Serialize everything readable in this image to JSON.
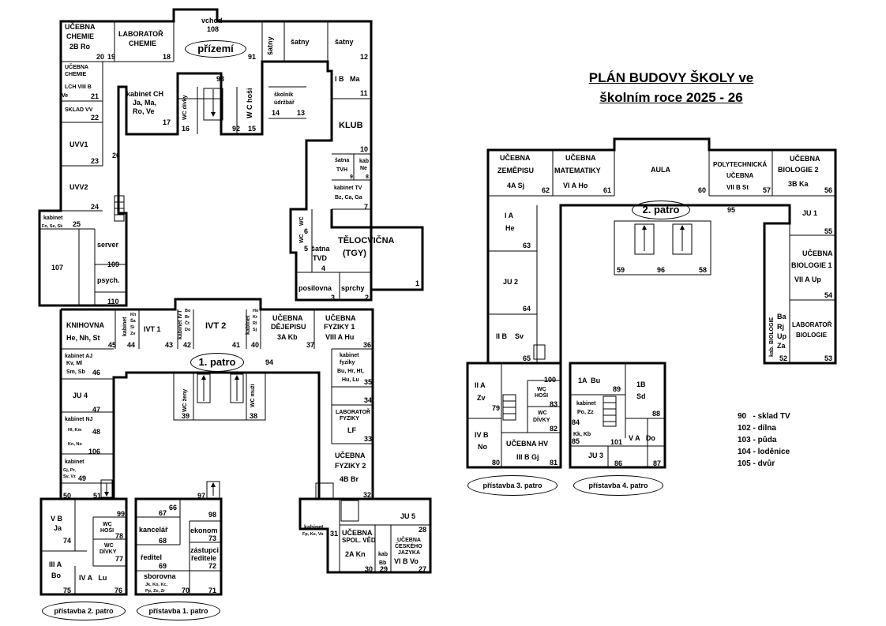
{
  "title": {
    "line1": "PLÁN BUDOVY ŠKOLY ve",
    "line2": "školním roce 2025 - 26"
  },
  "floor_labels": {
    "ground": "přízemí",
    "first": "1. patro",
    "second": "2. patro",
    "annex1": "přístavba 1. patro",
    "annex2": "přístavba 2. patro",
    "annex3": "přístavba 3. patro",
    "annex4": "přístavba 4. patro"
  },
  "legend": [
    "90   - sklad TV",
    "102 - dílna",
    "103 - půda",
    "104 - loděnice",
    "105 - dvůr"
  ],
  "ground_floor": {
    "entrance": "vchod",
    "entrance_no": "108",
    "ucebna_chemie": [
      "UČEBNA",
      "CHEMIE",
      "2B Ro"
    ],
    "lab_chemie": [
      "LABORATOŘ",
      "CHEMIE"
    ],
    "n20": "20",
    "n19": "19",
    "n18": "18",
    "n91": "91",
    "n12": "12",
    "satny1": "šatny",
    "satny2": "šatny",
    "satny3": "šatny",
    "ucebna_chemie_lch": [
      "UČEBNA",
      "CHEMIE",
      "LCH VIII B",
      "Ve"
    ],
    "n21": "21",
    "sklad_vv": "SKLAD VV",
    "n22": "22",
    "uvv1": "UVV1",
    "n23": "23",
    "n26": "26",
    "uvv2": "UVV2",
    "n24": "24",
    "kabinet_fo": [
      "kabinet",
      "Fo, Se, Sk"
    ],
    "n25": "25",
    "r107": "107",
    "server": "server",
    "n109": "109",
    "psych": "psych.",
    "n110": "110",
    "n93": "93",
    "kabinet_ch": [
      "kabinet CH",
      "Ja, Ma,",
      "Ro, Ve"
    ],
    "n17": "17",
    "wc_divky": "WC dívky",
    "n16": "16",
    "wc_hosi": "W C hoši",
    "n92": "92",
    "n15": "15",
    "skolnik": [
      "školník",
      "údržbář"
    ],
    "n14": "14",
    "n13": "13",
    "ib_ma": "I B   Ma",
    "n11": "11",
    "klub": "KLUB",
    "n10": "10",
    "satna_tvh": [
      "šatna",
      "TVH"
    ],
    "n9": "9",
    "kab_ne": [
      "kab",
      "Ne"
    ],
    "n8": "8",
    "kabinet_tv": [
      "kabinet TV",
      "Bz, Ca, Ga"
    ],
    "n7": "7",
    "wc6": "WC",
    "n6": "6",
    "wc5": "WC",
    "n5": "5",
    "satna_tvd": [
      "šatna",
      "TVD"
    ],
    "n4": "4",
    "telocvicna": [
      "TĚLOCVIČNA",
      "(TGY)"
    ],
    "n1": "1",
    "posilovna": "posilovna",
    "n3": "3",
    "sprchy": "sprchy",
    "n2": "2"
  },
  "first_floor": {
    "knihovna": [
      "KNIHOVNA",
      "He, Nh, St"
    ],
    "n45": "45",
    "kabinet_44": [
      "kabinet",
      "Kh",
      "Ša",
      "Si",
      "Zv"
    ],
    "n44": "44",
    "ivt1": "IVT 1",
    "n43": "43",
    "kabinet_ivt": [
      "kabinet IVT",
      "Bo",
      "Br",
      "Čt",
      "Do"
    ],
    "n42": "42",
    "ivt2": "IVT 2",
    "n41": "41",
    "kabinet_40": [
      "kabinet",
      "Ho",
      "Kr",
      "Rl",
      "Sj"
    ],
    "n40": "40",
    "ucebna_dejepisu": [
      "UČEBNA",
      "DĚJEPISU",
      "3A Kb"
    ],
    "n37": "37",
    "ucebna_fyziky1": [
      "UČEBNA",
      "FYZIKY 1",
      "VIII A  Hu"
    ],
    "n36": "36",
    "kabinet_aj": [
      "kabinet AJ",
      "Kv, Ml",
      "Sm, Sb"
    ],
    "n46": "46",
    "n94": "94",
    "kabinet_fyziky": [
      "kabinet",
      "fyziky",
      "Bu, Hr, Ht,",
      "Hu, Lu"
    ],
    "n35": "35",
    "ju4": "JU 4",
    "n47": "47",
    "wc_zeny": "WC ženy",
    "n39": "39",
    "wc_muzi": "WC muži",
    "n38": "38",
    "n34": "34",
    "lab_fyziky": [
      "LABORATOŘ",
      "FYZIKY"
    ],
    "lf": "LF",
    "n33": "33",
    "kabinet_nj": [
      "kabinet NJ",
      "Hl, Km",
      "Kn, No"
    ],
    "n48": "48",
    "n106": "106",
    "kabinet_49": [
      "kabinet",
      "Gj, Pr,",
      "Sv, Vz"
    ],
    "n49": "49",
    "ucebna_fyziky2": [
      "UČEBNA",
      "FYZIKY 2",
      "4B  Br"
    ],
    "n32": "32",
    "n50": "50",
    "n51": "51",
    "kabinet_31": [
      "kabinet",
      "Fp, Ke, Vo"
    ],
    "n31": "31",
    "spol_ved": [
      "UČEBNA",
      "SPOL. VĚD",
      "2A  Kn"
    ],
    "n30": "30",
    "kab_bb": [
      "kab",
      "Bb"
    ],
    "n29": "29",
    "ju5": "JU 5",
    "n28": "28",
    "cesky": [
      "UČEBNA",
      "ČESKÉHO",
      "JAZYKA",
      "VI B Vo"
    ],
    "n27": "27"
  },
  "annex2": {
    "n99": "99",
    "vb": [
      "V B",
      "Ja"
    ],
    "n74": "74",
    "wc_hosi": [
      "WC",
      "HOŠI"
    ],
    "n78": "78",
    "wc_divky": [
      "WC",
      "DÍVKY"
    ],
    "n77": "77",
    "iiia": [
      "III A",
      "Bo"
    ],
    "n75": "75",
    "iva": "IV A   Lu",
    "n76": "76"
  },
  "annex1": {
    "n97": "97",
    "n67": "67",
    "n66": "66",
    "n98": "98",
    "kancelar": "kancelář",
    "n68": "68",
    "ekonom": "ekonom",
    "n73": "73",
    "reditel": "ředitel",
    "n69": "69",
    "zastupci": [
      "zástupci",
      "ředitele"
    ],
    "n72": "72",
    "sborovna": [
      "sborovna",
      "Jk, Ko, Kc,",
      "Pp, Ze, Zr"
    ],
    "n70": "70",
    "n71": "71"
  },
  "second_floor": {
    "zemepis": [
      "UČEBNA",
      "ZEMĚPISU",
      "4A  Sj"
    ],
    "n62": "62",
    "matematika": [
      "UČEBNA",
      "MATEMATIKY",
      "VI A   Ho"
    ],
    "n61": "61",
    "aula": "AULA",
    "n60": "60",
    "polytech": [
      "POLYTECHNICKÁ",
      "UČEBNA",
      "VII B   St"
    ],
    "n57": "57",
    "biologie2": [
      "UČEBNA",
      "BIOLOGIE 2",
      "3B  Ka"
    ],
    "n56": "56",
    "n95": "95",
    "ia": [
      "I A",
      "He"
    ],
    "n63": "63",
    "ju1": "JU 1",
    "n55": "55",
    "biologie1": [
      "UČEBNA",
      "BIOLOGIE 1",
      "VII A   Up"
    ],
    "n54": "54",
    "ju2": "JU 2",
    "n64": "64",
    "n59": "59",
    "n96": "96",
    "n58": "58",
    "kab_biologie": "kab. BIOLOGIE",
    "kab_bio_names": [
      "Ba",
      "Rj",
      "Up",
      "Za"
    ],
    "n52": "52",
    "lab_biologie": [
      "LABORATOŘ",
      "BIOLOGIE"
    ],
    "n53": "53",
    "iib": "II B    Sv",
    "n65": "65"
  },
  "annex3": {
    "iia": [
      "II  A",
      "Zv"
    ],
    "n79": "79",
    "n100": "100",
    "wc_hosi": [
      "WC",
      "HOŠI"
    ],
    "n83": "83",
    "wc_divky": [
      "WC",
      "DÍVKY"
    ],
    "n82": "82",
    "ivb": [
      "IV B",
      "No"
    ],
    "n80": "80",
    "hv": [
      "UČEBNA HV",
      "III B   Gj"
    ],
    "n81": "81"
  },
  "annex4": {
    "ia": "1A  Bu",
    "n89": "89",
    "ib": [
      "1B",
      "Sd"
    ],
    "kabinet": [
      "kabinet",
      "Po, Zz"
    ],
    "n84": "84",
    "kk": "Kk, Kb",
    "n85": "85",
    "n88": "88",
    "n101": "101",
    "va": "V A   Do",
    "ju3": "JU 3",
    "n86": "86",
    "n87": "87"
  }
}
